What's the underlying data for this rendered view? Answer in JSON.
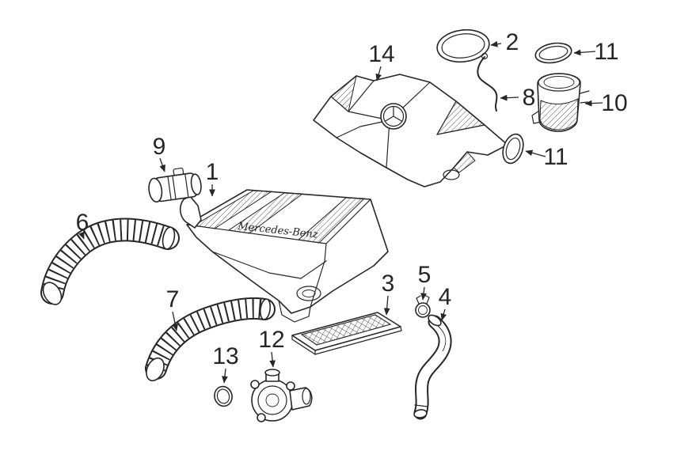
{
  "diagram": {
    "background_color": "#ffffff",
    "line_color": "#262626",
    "brand_text": "Mercedes-Benz",
    "callouts": [
      {
        "label": "14"
      },
      {
        "label": "2"
      },
      {
        "label": "11"
      },
      {
        "label": "8"
      },
      {
        "label": "10"
      },
      {
        "label": "11"
      },
      {
        "label": "9"
      },
      {
        "label": "1"
      },
      {
        "label": "6"
      },
      {
        "label": "7"
      },
      {
        "label": "3"
      },
      {
        "label": "5"
      },
      {
        "label": "4"
      },
      {
        "label": "13"
      },
      {
        "label": "12"
      }
    ]
  }
}
